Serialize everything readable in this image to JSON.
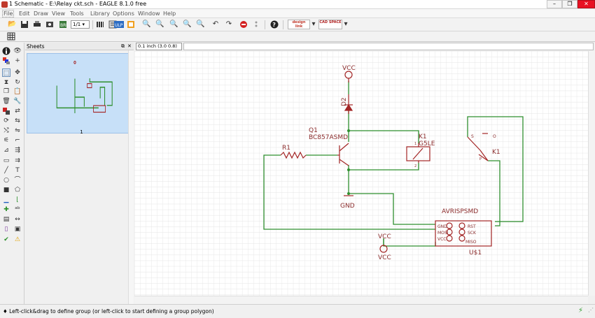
{
  "window": {
    "title": "1 Schematic - E:\\Relay ckt.sch - EAGLE 8.1.0 free",
    "minimize": "–",
    "maximize": "❐",
    "close": "✕"
  },
  "menu": {
    "items": [
      "File",
      "Edit",
      "Draw",
      "View",
      "Tools",
      "Library",
      "Options",
      "Window",
      "Help"
    ]
  },
  "toolbar": {
    "sheet_select": "1/1",
    "design_link_logo": "design link",
    "cam_logo": "CAD SPACE"
  },
  "sheets_panel": {
    "title": "Sheets",
    "page_number": "1"
  },
  "coords": {
    "grid_readout": "0.1 inch (3.0 0.8)"
  },
  "schematic": {
    "labels": {
      "vcc_top": "VCC",
      "d2": "D2",
      "q1_name": "Q1",
      "q1_value": "BC857ASMD",
      "r1": "R1",
      "k1_name": "K1",
      "k1_value": "G5LE",
      "k1_switch": "K1",
      "gnd": "GND",
      "avr_name": "AVRISPSMD",
      "u1": "U$1",
      "vcc_bottom_net": "VCC",
      "vcc_bottom": "VCC",
      "pin_gnd": "GND",
      "pin_mosi": "MOSI",
      "pin_vcc": "VCC",
      "pin_rst": "RST",
      "pin_sck": "SCK",
      "pin_miso": "MISO",
      "sw_s": "S",
      "sw_o": "O",
      "sw_p": "P",
      "coil_1": "1",
      "coil_2": "2"
    },
    "colors": {
      "wire": "#2f8f2f",
      "part": "#a32525",
      "background": "#ffffff",
      "grid": "#dcdcdc"
    }
  },
  "status": {
    "message": "Left-click&drag to define group (or left-click to start defining a group polygon)"
  }
}
